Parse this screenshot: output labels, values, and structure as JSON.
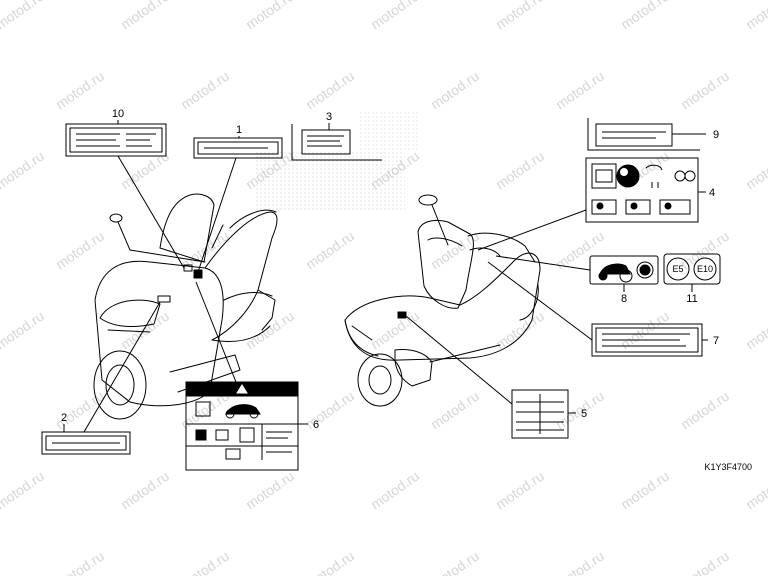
{
  "watermark": "motod.ru",
  "diagram_code": "K1Y3F4700",
  "callouts": [
    "1",
    "2",
    "3",
    "4",
    "5",
    "6",
    "7",
    "8",
    "9",
    "10",
    "11"
  ],
  "fuel_labels": [
    "E5",
    "E10"
  ]
}
